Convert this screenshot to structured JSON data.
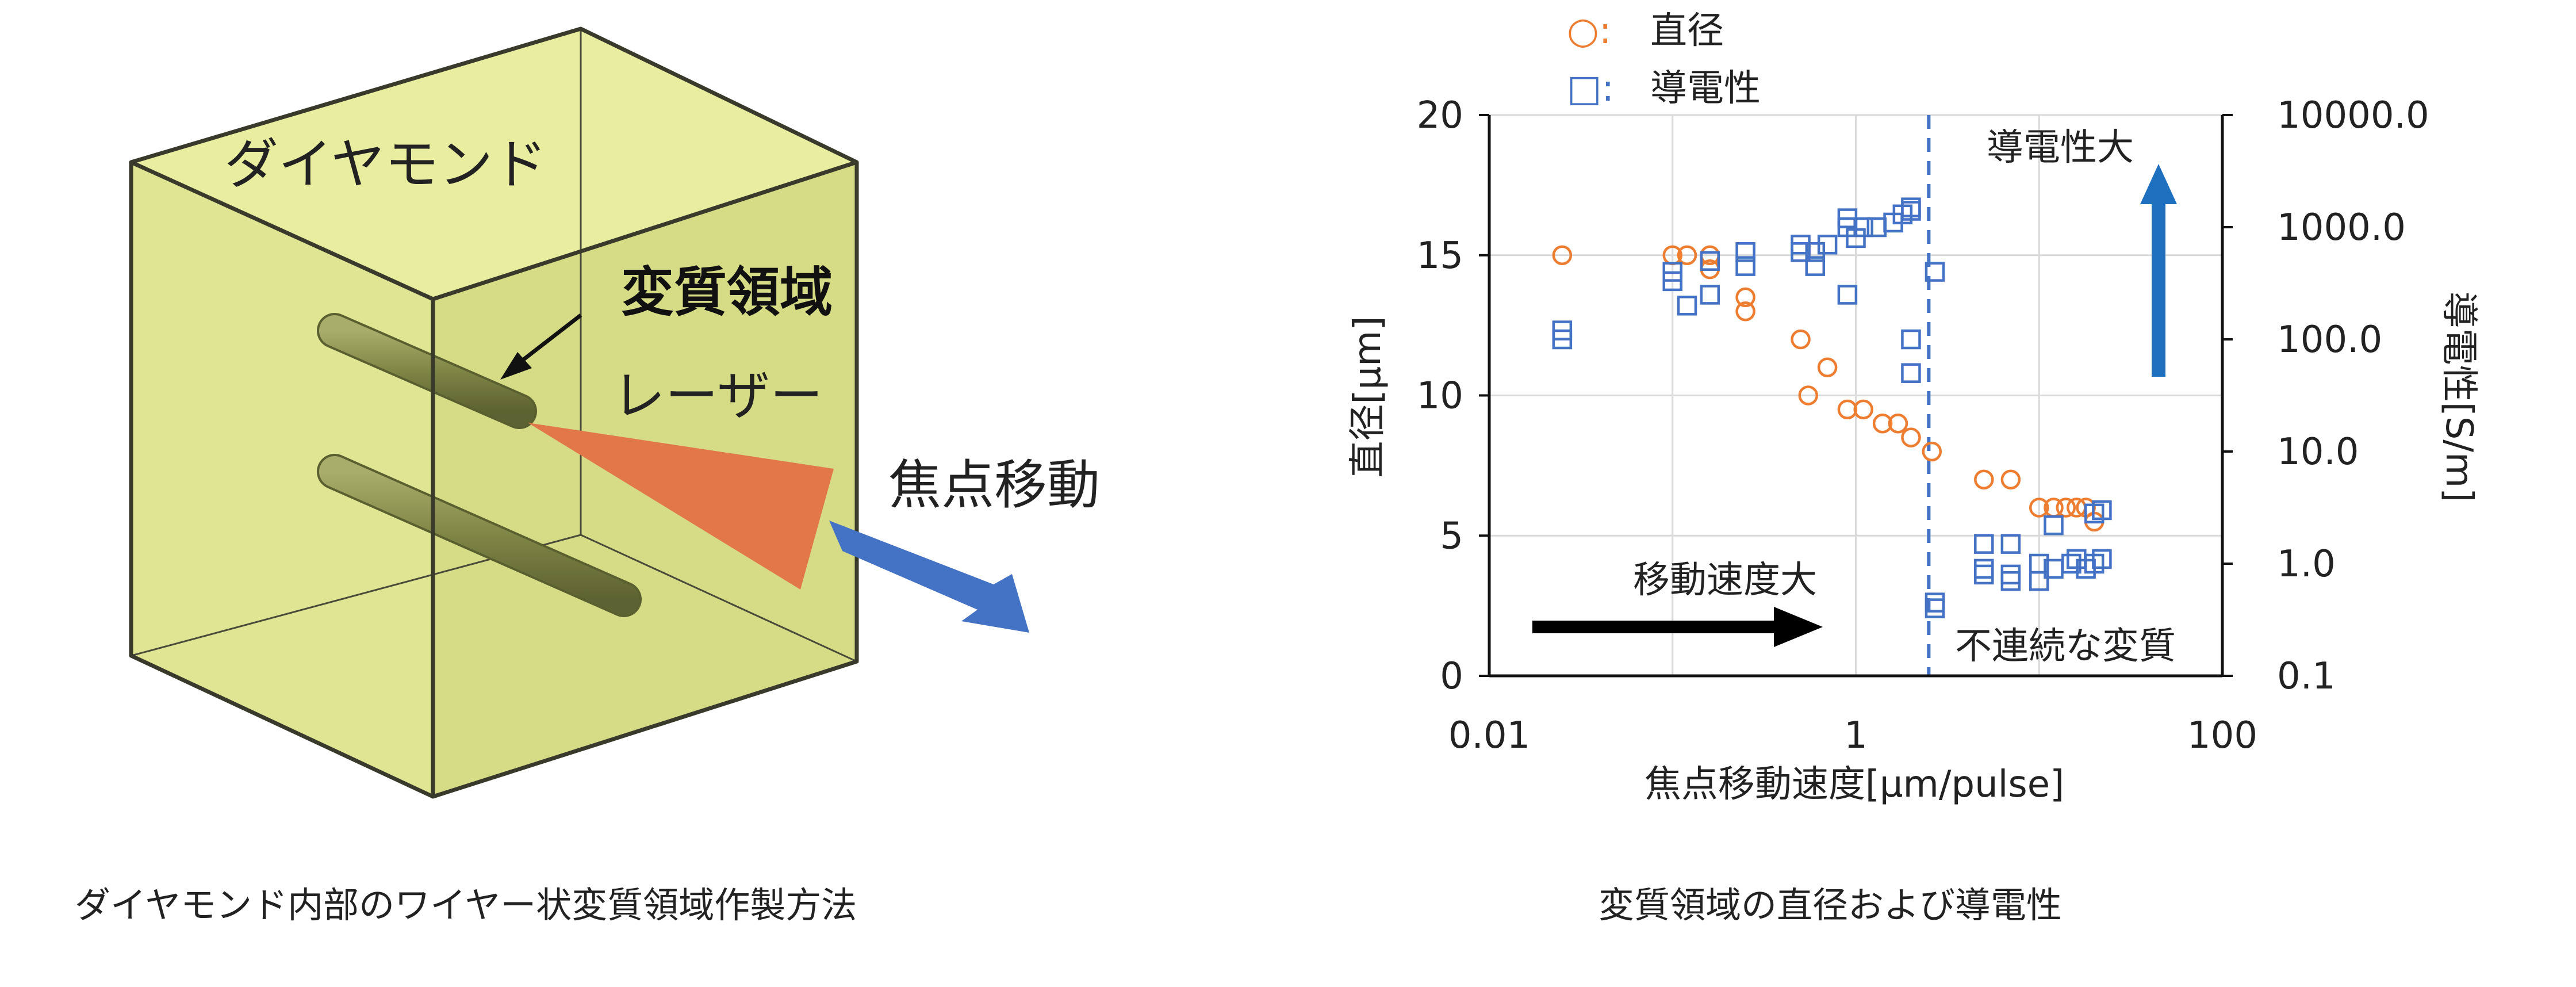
{
  "left": {
    "material_label": "ダイヤモンド",
    "region_label": "変質領域",
    "laser_label": "レーザー",
    "motion_label": "焦点移動",
    "caption": "ダイヤモンド内部のワイヤー状変質領域作製方法"
  },
  "right": {
    "legend": [
      {
        "marker": "○:",
        "label": "直径",
        "color": "#ED7D31"
      },
      {
        "marker": "□:",
        "label": "導電性",
        "color": "#4472C4"
      }
    ],
    "annotations": {
      "speed_arrow": "移動速度大",
      "conductivity_arrow": "導電性大",
      "discontinuous": "不連続な変質"
    },
    "caption": "変質領域の直径および導電性"
  },
  "chart_data": {
    "type": "scatter",
    "xlabel": "焦点移動速度[μm/pulse]",
    "ylabel": "直径[μm]",
    "y2label": "導電性[S/m]",
    "x_scale": "log",
    "y2_scale": "log",
    "xlim": [
      0.01,
      100
    ],
    "ylim": [
      0,
      20
    ],
    "y2lim": [
      0.1,
      10000
    ],
    "x_ticks": [
      "0.01",
      "1",
      "100"
    ],
    "y_ticks": [
      "0",
      "5",
      "10",
      "15",
      "20"
    ],
    "y2_ticks": [
      "0.1",
      "1.0",
      "10.0",
      "100.0",
      "1000.0",
      "10000.0"
    ],
    "grid": true,
    "threshold_x": 2.5,
    "series": [
      {
        "name": "直径",
        "axis": "left",
        "color": "#ED7D31",
        "marker": "circle",
        "points": [
          [
            0.025,
            15
          ],
          [
            0.1,
            15
          ],
          [
            0.12,
            15
          ],
          [
            0.16,
            15
          ],
          [
            0.16,
            14.5
          ],
          [
            0.25,
            13.5
          ],
          [
            0.25,
            13
          ],
          [
            0.5,
            12
          ],
          [
            0.55,
            10
          ],
          [
            0.7,
            11
          ],
          [
            0.9,
            9.5
          ],
          [
            1.1,
            9.5
          ],
          [
            1.4,
            9
          ],
          [
            1.7,
            9
          ],
          [
            2.0,
            8.5
          ],
          [
            2.6,
            8
          ],
          [
            5,
            7
          ],
          [
            7,
            7
          ],
          [
            10,
            6
          ],
          [
            12,
            6
          ],
          [
            14,
            6
          ],
          [
            16,
            6
          ],
          [
            18,
            6
          ],
          [
            20,
            5.5
          ]
        ]
      },
      {
        "name": "導電性",
        "axis": "right",
        "color": "#4472C4",
        "marker": "square",
        "points": [
          [
            0.025,
            100
          ],
          [
            0.025,
            120
          ],
          [
            0.1,
            330
          ],
          [
            0.1,
            400
          ],
          [
            0.12,
            200
          ],
          [
            0.16,
            250
          ],
          [
            0.16,
            500
          ],
          [
            0.25,
            450
          ],
          [
            0.25,
            600
          ],
          [
            0.5,
            600
          ],
          [
            0.5,
            700
          ],
          [
            0.6,
            450
          ],
          [
            0.6,
            600
          ],
          [
            0.7,
            700
          ],
          [
            0.9,
            250
          ],
          [
            0.9,
            1000
          ],
          [
            0.9,
            1200
          ],
          [
            1.0,
            800
          ],
          [
            1.1,
            1000
          ],
          [
            1.3,
            1000
          ],
          [
            1.6,
            1100
          ],
          [
            1.8,
            1300
          ],
          [
            2.0,
            100
          ],
          [
            2.0,
            50
          ],
          [
            2.0,
            1500
          ],
          [
            2.0,
            1400
          ],
          [
            2.7,
            400
          ],
          [
            2.7,
            0.4
          ],
          [
            2.7,
            0.45
          ],
          [
            5,
            1.5
          ],
          [
            5,
            0.9
          ],
          [
            5,
            0.8
          ],
          [
            7,
            1.5
          ],
          [
            7,
            0.8
          ],
          [
            7,
            0.7
          ],
          [
            10,
            1.0
          ],
          [
            10,
            0.7
          ],
          [
            12,
            2.2
          ],
          [
            12,
            0.9
          ],
          [
            15,
            1.0
          ],
          [
            16,
            1.1
          ],
          [
            18,
            0.9
          ],
          [
            20,
            2.8
          ],
          [
            20,
            1.0
          ],
          [
            22,
            3.0
          ],
          [
            22,
            1.1
          ]
        ]
      }
    ]
  }
}
